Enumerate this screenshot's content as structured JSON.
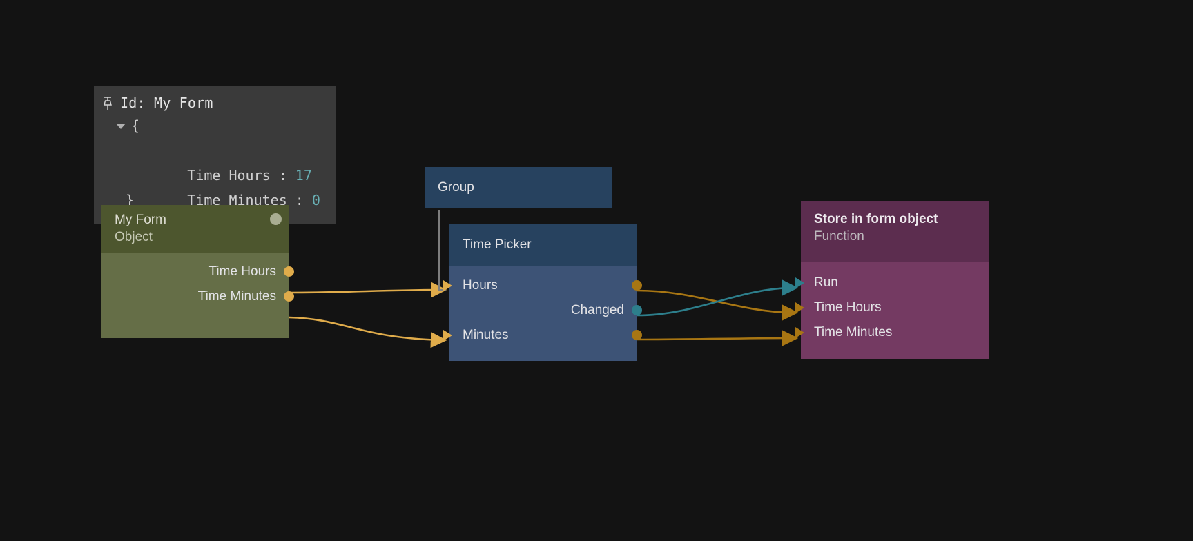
{
  "canvas": {
    "background": "#131313"
  },
  "inspector": {
    "pin_icon": "pin-icon",
    "title": "Id: My Form",
    "open_brace": "{",
    "close_brace": "}",
    "rows": [
      {
        "key": "Time Hours : ",
        "value": "17"
      },
      {
        "key": "Time Minutes : ",
        "value": "0"
      }
    ],
    "value_color": "#69b0b5",
    "background": "#3a3a3a"
  },
  "nodes": {
    "my_form": {
      "title": "My Form",
      "subtitle": "Object",
      "header_color": "#4d562e",
      "body_color": "#656e47",
      "status_dot": "status-indicator-dot",
      "outputs": [
        {
          "label": "Time Hours",
          "color": "#e0ac4b"
        },
        {
          "label": "Time Minutes",
          "color": "#e0ac4b"
        }
      ]
    },
    "group": {
      "title": "Group",
      "header_color": "#27425f"
    },
    "time_picker": {
      "title": "Time Picker",
      "header_color": "#27425f",
      "body_color": "#3d5376",
      "inputs": [
        {
          "label": "Hours",
          "color": "#e0ac4b"
        },
        {
          "label": "Minutes",
          "color": "#e0ac4b"
        }
      ],
      "outputs": [
        {
          "label": "",
          "color": "#a87613"
        },
        {
          "label": "Changed",
          "color": "#2d7f8c"
        },
        {
          "label": "",
          "color": "#a87613"
        }
      ]
    },
    "store_in_form_object": {
      "title": "Store in form object",
      "subtitle": "Function",
      "header_color": "#5c2d4f",
      "body_color": "#743a62",
      "inputs": [
        {
          "label": "Run",
          "color": "#2d7f8c"
        },
        {
          "label": "Time Hours",
          "color": "#a87613"
        },
        {
          "label": "Time Minutes",
          "color": "#a87613"
        }
      ]
    }
  },
  "edges": [
    {
      "from": "my_form.Time Hours",
      "to": "time_picker.Hours",
      "color": "#e0ac4b"
    },
    {
      "from": "my_form.Time Minutes",
      "to": "time_picker.Minutes",
      "color": "#e0ac4b"
    },
    {
      "from": "time_picker.HoursOut",
      "to": "store_in_form_object.Time Hours",
      "color": "#a87613"
    },
    {
      "from": "time_picker.Changed",
      "to": "store_in_form_object.Run",
      "color": "#2d7f8c"
    },
    {
      "from": "time_picker.MinutesOut",
      "to": "store_in_form_object.Time Minutes",
      "color": "#a87613"
    }
  ]
}
